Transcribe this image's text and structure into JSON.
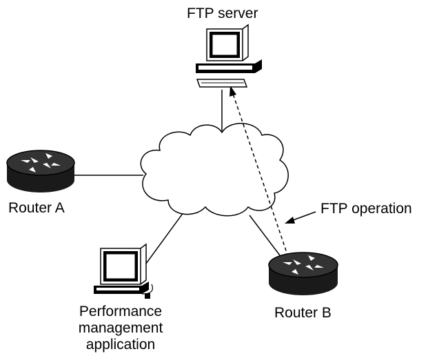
{
  "diagram": {
    "labels": {
      "ftp_server": "FTP server",
      "router_a": "Router A",
      "router_b": "Router B",
      "ftp_operation": "FTP operation",
      "pm_app_line1": "Performance",
      "pm_app_line2": "management",
      "pm_app_line3": "application"
    },
    "colors": {
      "stroke": "#000000",
      "background": "#ffffff",
      "router_body": "#1a1a1a",
      "router_arrows": "#ffffff"
    },
    "icons": [
      "server-workstation-icon",
      "router-icon",
      "cloud-icon",
      "workstation-icon"
    ]
  }
}
